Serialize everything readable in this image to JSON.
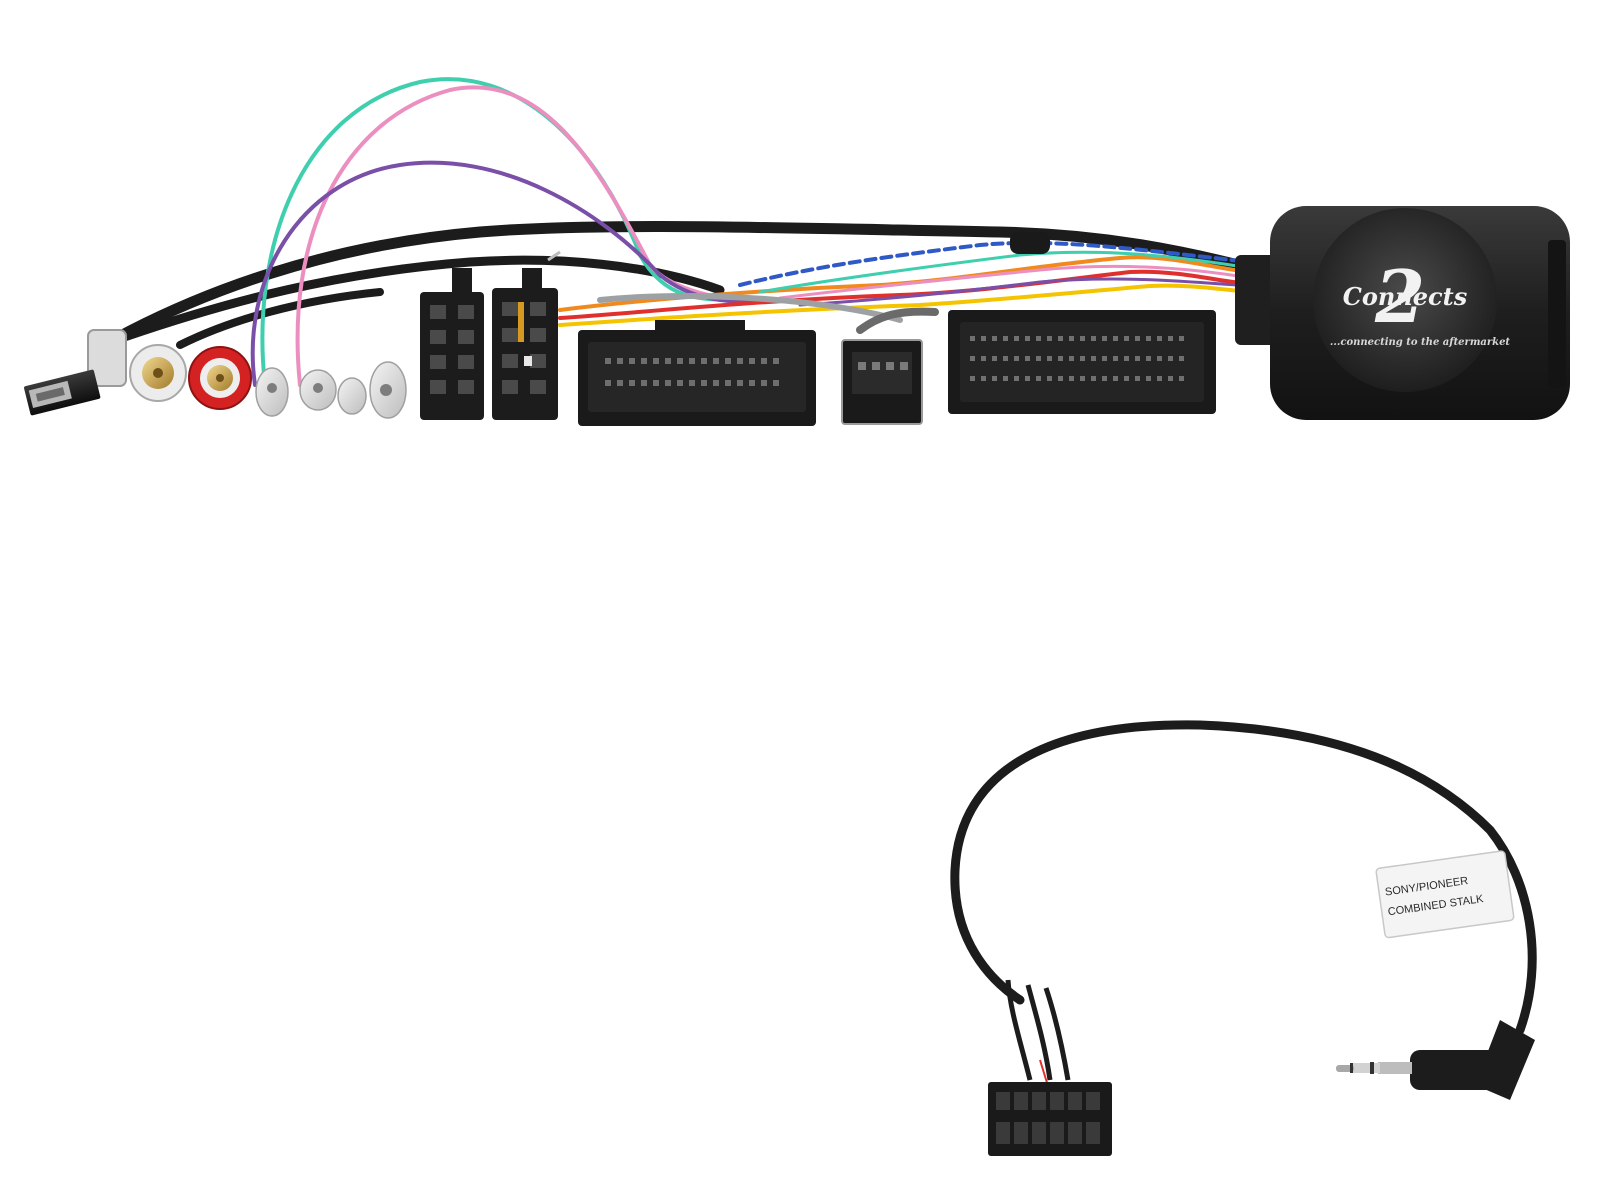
{
  "product": {
    "brand_logo_text": "Connects",
    "brand_logo_numeral": "2",
    "brand_tagline": "...connecting to the aftermarket",
    "cable_label_line1": "SONY/PIONEER",
    "cable_label_line2": "COMBINED STALK"
  },
  "colors": {
    "background": "#ffffff",
    "cable_black": "#1c1c1c",
    "wire_teal": "#3fcfae",
    "wire_pink": "#ec8fc0",
    "wire_purple": "#7a4fa8",
    "wire_orange": "#f08a1e",
    "wire_blue": "#2f59c4",
    "wire_red": "#e0302e",
    "rca_red": "#d42222",
    "gold": "#c9a24a"
  }
}
